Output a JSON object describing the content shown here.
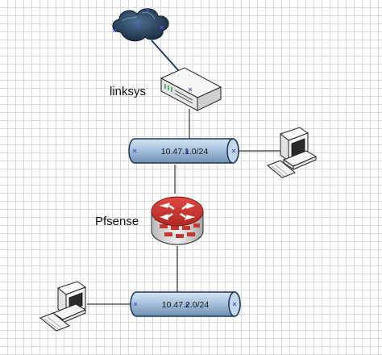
{
  "colors": {
    "grid": "#d9d9d9",
    "pipe": "#a9c3df",
    "cloud": "#1f3148",
    "router": "#c9332f",
    "device": "#f3f3f3",
    "selection_marker": "#5555cc"
  },
  "labels": {
    "router_top": "linksys",
    "firewall": "Pfsense"
  },
  "networks": {
    "lan_top": "10.47.1.0/24",
    "lan_bottom": "10.47.2.0/24"
  },
  "icons": {
    "cloud": "cloud-icon",
    "router": "router-icon",
    "firewall": "firewall-router-icon",
    "workstation_top": "workstation-icon",
    "workstation_bottom": "workstation-icon"
  }
}
